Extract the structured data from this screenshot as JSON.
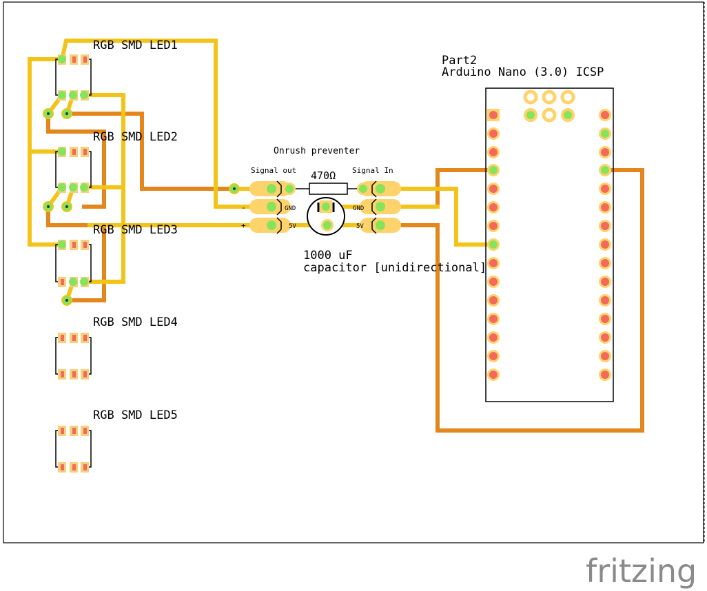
{
  "colors": {
    "top_trace": "#f2c318",
    "bottom_trace": "#e3861c",
    "pad_fill": "#f6d07a",
    "pad_round": "#ffd36b",
    "connected": "#86e45a",
    "unconnected": "#f36a5a",
    "outline": "#000000",
    "board_border": "#000000",
    "logo": "#8a8a8a"
  },
  "labels": {
    "led1": "RGB SMD LED1",
    "led2": "RGB SMD LED2",
    "led3": "RGB SMD LED3",
    "led4": "RGB SMD LED4",
    "led5": "RGB SMD LED5",
    "part2": "Part2",
    "arduino": "Arduino Nano (3.0) ICSP",
    "onrush": "Onrush preventer",
    "signal_out": "Signal out",
    "signal_in": "Signal In",
    "gnd_left": "GND",
    "gnd_right": "GND",
    "v5_left": "5V",
    "v5_right": "5V",
    "minus": "-",
    "plus": "+",
    "resistor": "470Ω",
    "cap_line1": "1000 uF",
    "cap_line2": "capacitor [unidirectional]"
  },
  "logo": {
    "text": "fritzing"
  }
}
